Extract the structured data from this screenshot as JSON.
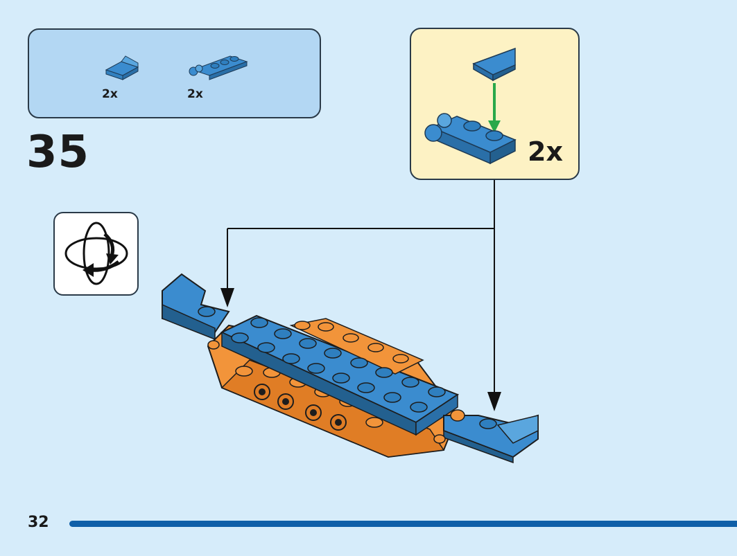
{
  "parts_list": {
    "items": [
      {
        "icon": "blue-slope-brick-icon",
        "quantity": "2x"
      },
      {
        "icon": "blue-clip-plate-icon",
        "quantity": "2x"
      }
    ]
  },
  "step": {
    "number": "35"
  },
  "rotate_indicator": {
    "icon": "rotate-model-icon"
  },
  "sub_assembly": {
    "quantity": "2x",
    "arrow_color": "#2aa84a"
  },
  "page": {
    "number": "32"
  },
  "colors": {
    "background": "#d6ecfa",
    "parts_panel": "#b3d7f3",
    "callout": "#fdf2c4",
    "brick_blue": "#3b8ccf",
    "brick_orange": "#f2943a",
    "page_bar": "#0f5fa8"
  }
}
